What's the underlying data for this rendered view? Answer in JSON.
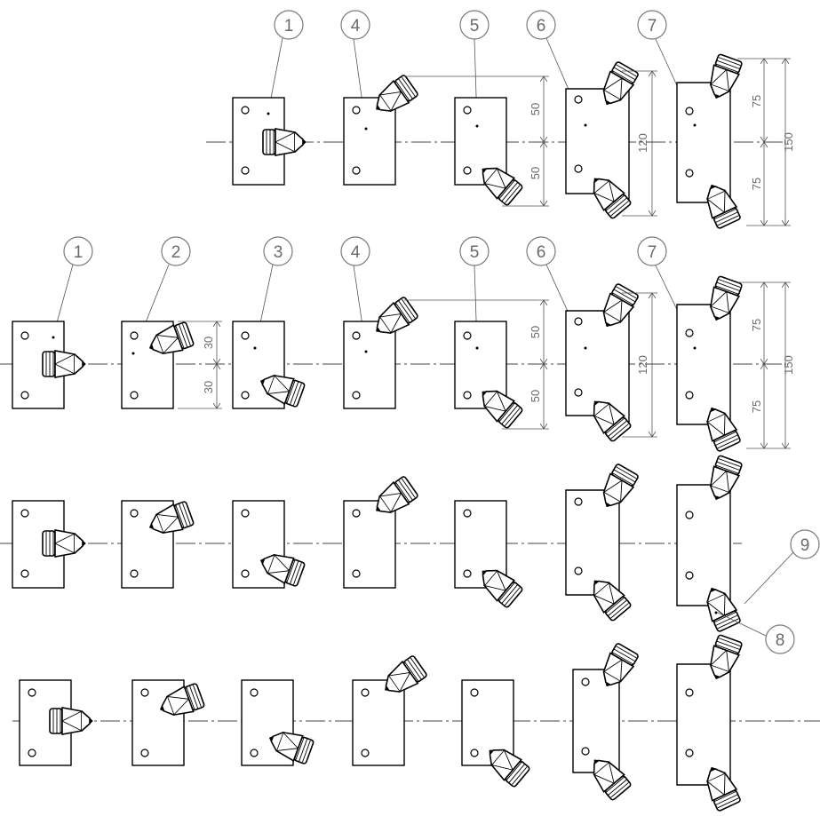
{
  "drawing": {
    "rows": [
      {
        "balloons": [
          "1",
          "4",
          "5",
          "6",
          "7"
        ],
        "dimensions": [
          "50",
          "50",
          "120",
          "75",
          "75",
          "150"
        ]
      },
      {
        "balloons": [
          "1",
          "2",
          "3",
          "4",
          "5",
          "6",
          "7"
        ],
        "dimensions": [
          "30",
          "30",
          "50",
          "50",
          "120",
          "75",
          "75",
          "150"
        ]
      },
      {
        "balloons": [
          "9",
          "8"
        ],
        "dimensions": []
      },
      {
        "balloons": [],
        "dimensions": []
      }
    ]
  }
}
